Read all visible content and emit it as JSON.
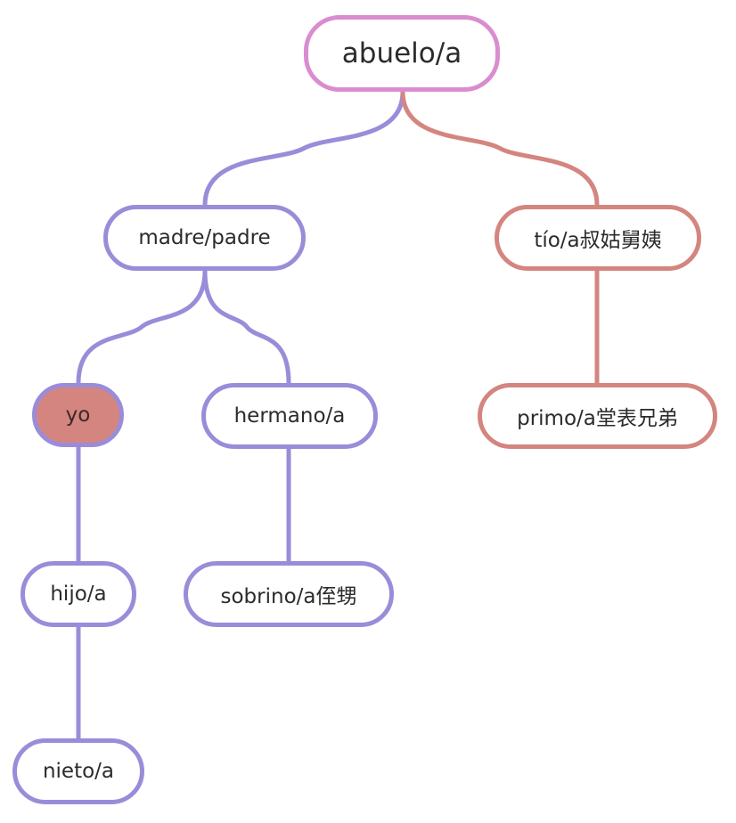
{
  "colors": {
    "root_border": "#d98dcf",
    "purple_branch": "#9b8cd9",
    "salmon_branch": "#d4857f",
    "highlight_fill": "#d4857f"
  },
  "nodes": {
    "root": "abuelo/a",
    "madre_padre": "madre/padre",
    "tio": "tío/a叔姑舅姨",
    "yo": "yo",
    "hermano": "hermano/a",
    "primo": "primo/a堂表兄弟",
    "hijo": "hijo/a",
    "sobrino": "sobrino/a侄甥",
    "nieto": "nieto/a"
  },
  "edges": [
    {
      "from": "root",
      "to": "madre_padre",
      "color": "purple_branch"
    },
    {
      "from": "root",
      "to": "tio",
      "color": "salmon_branch"
    },
    {
      "from": "madre_padre",
      "to": "yo",
      "color": "purple_branch"
    },
    {
      "from": "madre_padre",
      "to": "hermano",
      "color": "purple_branch"
    },
    {
      "from": "tio",
      "to": "primo",
      "color": "salmon_branch"
    },
    {
      "from": "yo",
      "to": "hijo",
      "color": "purple_branch"
    },
    {
      "from": "hermano",
      "to": "sobrino",
      "color": "purple_branch"
    },
    {
      "from": "hijo",
      "to": "nieto",
      "color": "purple_branch"
    }
  ]
}
